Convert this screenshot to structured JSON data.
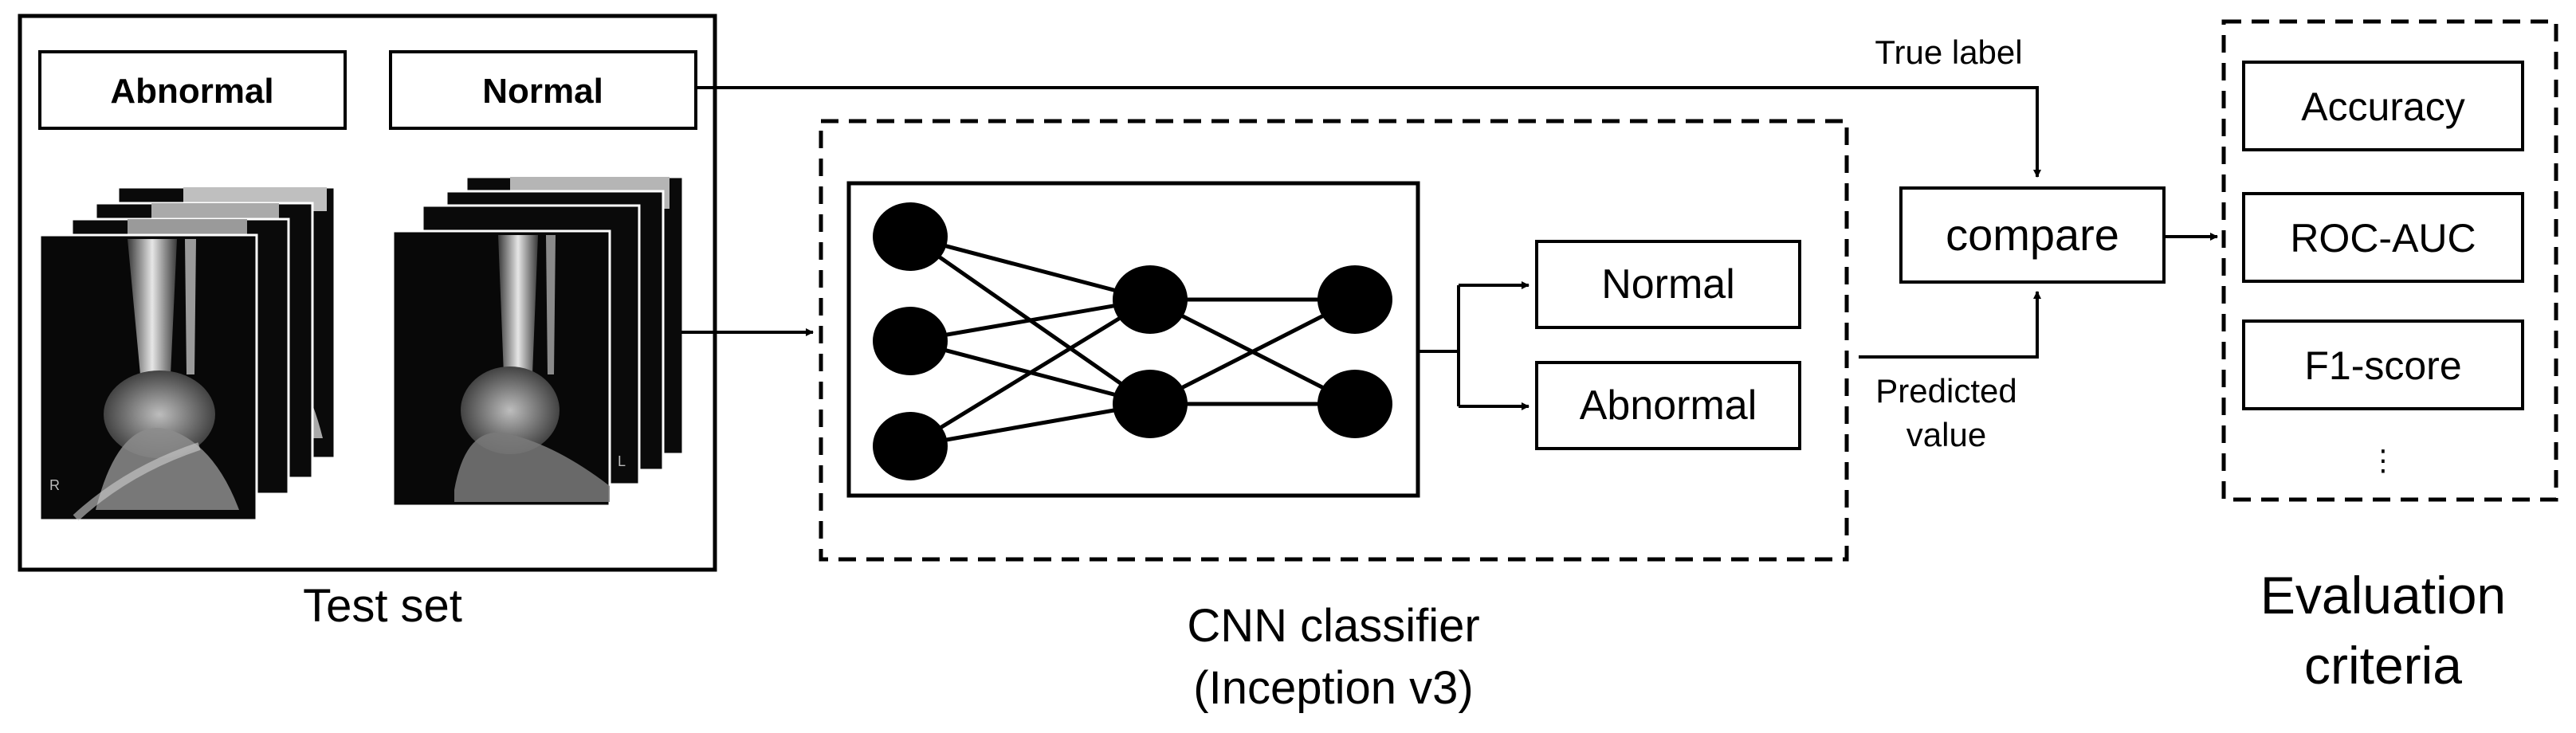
{
  "test_set": {
    "title": "Test set",
    "abnormal_label": "Abnormal",
    "normal_label": "Normal",
    "xray_marker_left": "R",
    "xray_marker_right": "L"
  },
  "classifier": {
    "title_line1": "CNN classifier",
    "title_line2": "(Inception v3)",
    "output_normal": "Normal",
    "output_abnormal": "Abnormal"
  },
  "compare": {
    "label": "compare",
    "true_label": "True label",
    "predicted_line1": "Predicted",
    "predicted_line2": "value"
  },
  "evaluation": {
    "title_line1": "Evaluation",
    "title_line2": "criteria",
    "metrics": [
      "Accuracy",
      "ROC-AUC",
      "F1-score"
    ],
    "more": "⋮"
  },
  "colors": {
    "stroke": "#000000",
    "xray_bg": "#0a0a0a",
    "bone": "#d9d9d9"
  }
}
